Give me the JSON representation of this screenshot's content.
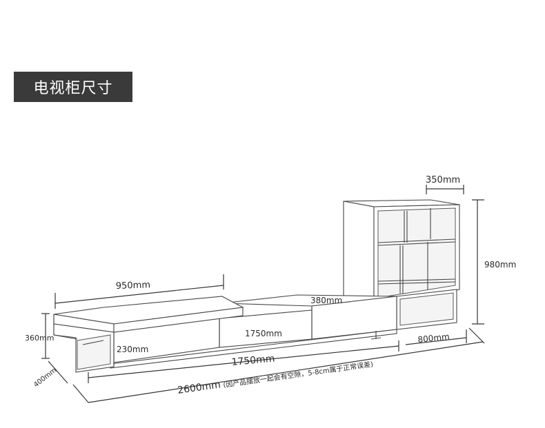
{
  "title": "电视柜尺寸",
  "dimensions": {
    "top_width": "950mm",
    "left_height": "360mm",
    "left_depth": "400mm",
    "drawer_height": "230mm",
    "drawer_width": "1750mm",
    "step_depth": "380mm",
    "base_length": "1750mm",
    "right_length": "800mm",
    "total_length": "2600mm",
    "note": "(因产品摆放一起会有空隙，5-8cm属于正常误差)",
    "shelf_width": "350mm",
    "shelf_height": "980mm"
  }
}
